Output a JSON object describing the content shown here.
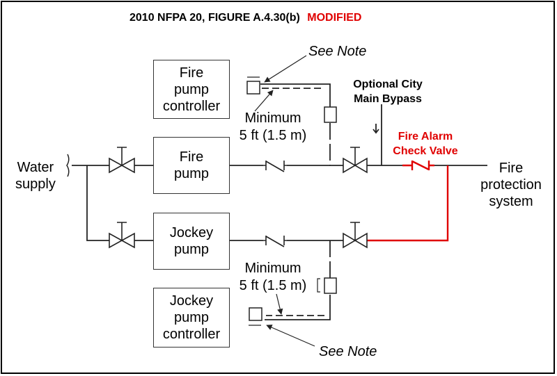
{
  "title": {
    "main": "2010 NFPA 20, FIGURE A.4.30(b)",
    "modified": "MODIFIED"
  },
  "labels": {
    "water_supply": "Water\nsupply",
    "fire_protection_system": "Fire\nprotection\nsystem",
    "optional_bypass": "Optional City\nMain Bypass",
    "fire_alarm_check_valve": "Fire Alarm\nCheck Valve",
    "minimum_top": "Minimum\n5 ft (1.5 m)",
    "minimum_bottom": "Minimum\n5 ft (1.5 m)",
    "see_note_top": "See Note",
    "see_note_bottom": "See Note"
  },
  "boxes": {
    "fire_pump_controller": "Fire\npump\ncontroller",
    "fire_pump": "Fire\npump",
    "jockey_pump": "Jockey\npump",
    "jockey_pump_controller": "Jockey\npump\ncontroller"
  },
  "colors": {
    "line": "#222222",
    "highlight": "#e00000"
  }
}
